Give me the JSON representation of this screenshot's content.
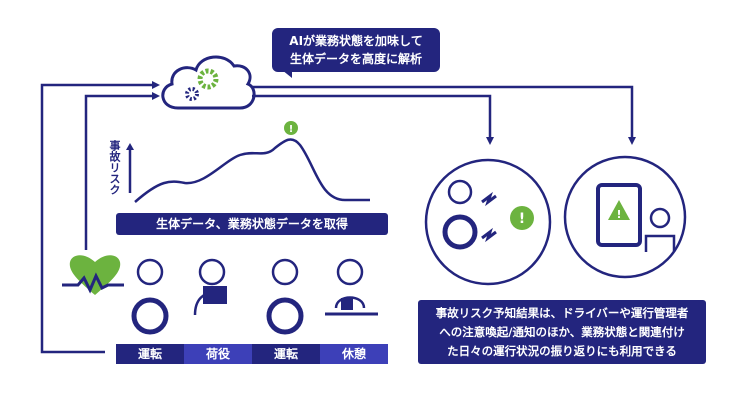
{
  "cloud_callout": {
    "line1": "AIが業務状態を加味して",
    "line2": "生体データを高度に解析"
  },
  "risk_axis_label": "事故リスク",
  "acquire_label": "生体データ、業務状態データを取得",
  "activities": [
    "運転",
    "荷役",
    "運転",
    "休憩"
  ],
  "result_text": {
    "line1": "事故リスク予知結果は、ドライバーや運行管理者",
    "line2": "への注意喚起/通知のほか、業務状態と関連付け",
    "line3": "た日々の運行状況の振り返りにも利用できる"
  },
  "colors": {
    "navy": "#23257e",
    "light_navy": "#3d40b8",
    "green": "#6cb33f"
  }
}
